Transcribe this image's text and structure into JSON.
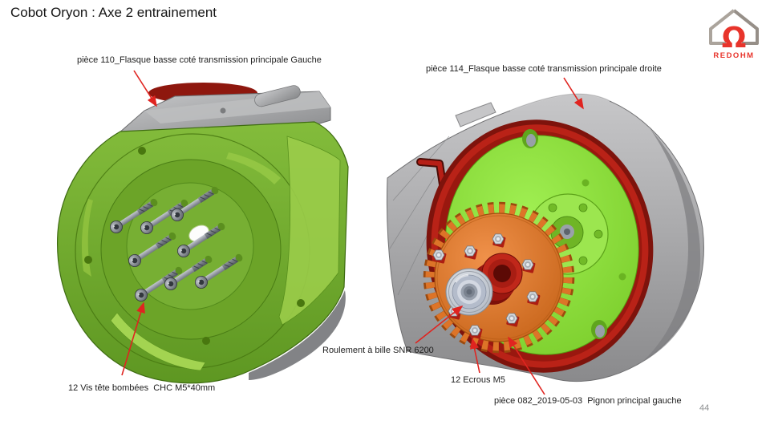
{
  "slide": {
    "title": "Cobot Oryon : Axe 2 entrainement",
    "page_number": "44"
  },
  "logo": {
    "brand": "REDOHM",
    "omega": "Ω",
    "house_color": "#a39d96",
    "accent_color": "#e8342b"
  },
  "annotations": {
    "piece110": "pièce 110_Flasque basse coté transmission principale Gauche",
    "piece114": "pièce 114_Flasque basse coté transmission principale droite",
    "roulement": "Roulement à bille SNR 6200",
    "ecrous": "12 Ecrous M5",
    "piece082": "pièce 082_2019-05-03  Pignon principal gauche",
    "vis": "12 Vis tête bombées  CHC M5*40mm"
  },
  "colors": {
    "arrow_red": "#e02420",
    "flange_green": "#74ab2e",
    "disc_green": "#8ce33a",
    "gear_orange": "#e07a2c",
    "ring_red": "#a81d13",
    "drum_gray": "#a5a5a7"
  }
}
